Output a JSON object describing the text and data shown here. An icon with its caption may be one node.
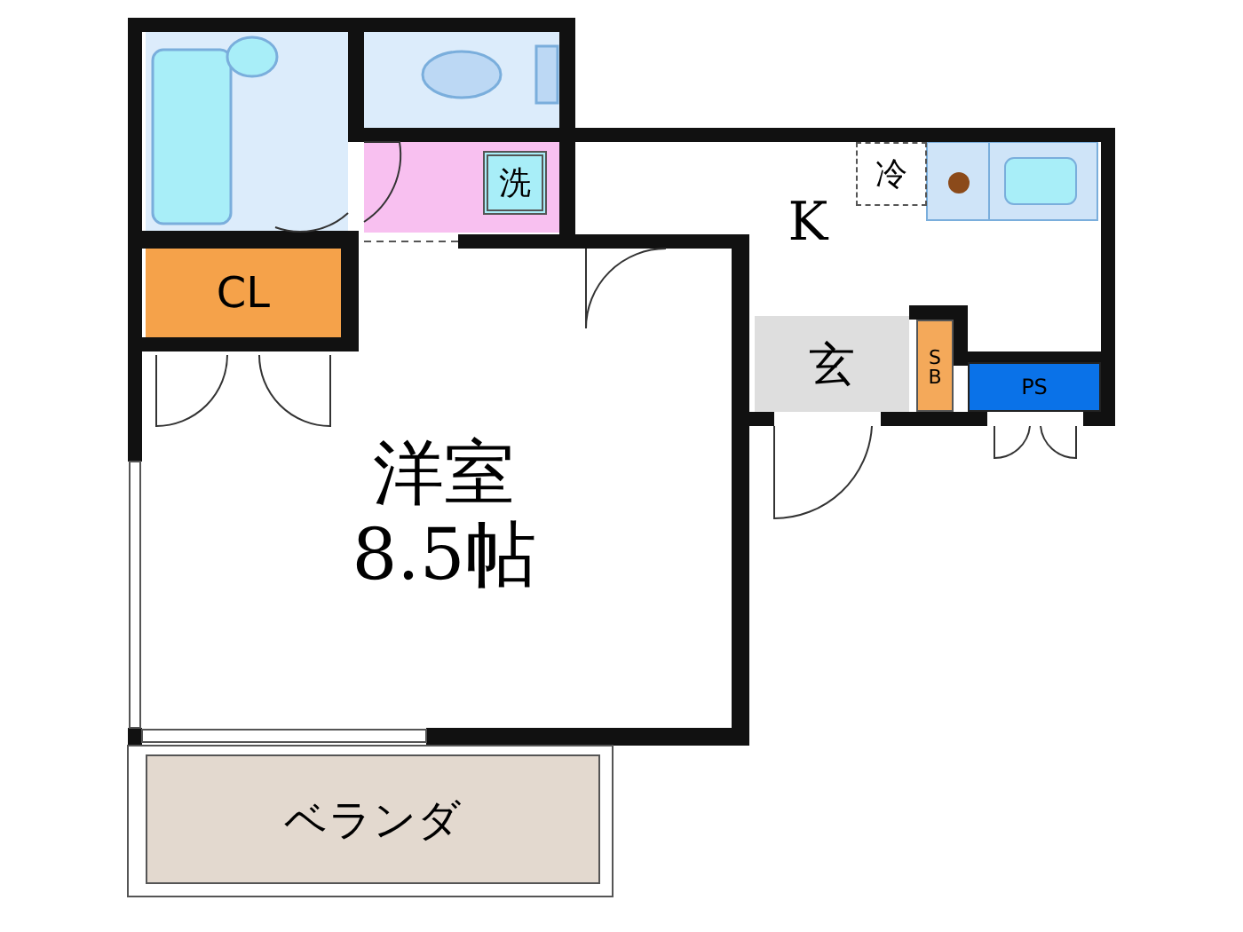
{
  "diagram": {
    "nodes": [
      {
        "text": [
          "CL"
        ]
      },
      {
        "text": [
          "洋室",
          "8.5帖"
        ]
      },
      {
        "text": [
          "K"
        ]
      },
      {
        "text": [
          "玄"
        ]
      },
      {
        "text": [
          "SB"
        ]
      },
      {
        "text": [
          "PS"
        ]
      },
      {
        "text": [
          "ベランダ"
        ]
      },
      {
        "text": [
          "洗"
        ]
      },
      {
        "text": [
          "冷"
        ]
      }
    ]
  }
}
